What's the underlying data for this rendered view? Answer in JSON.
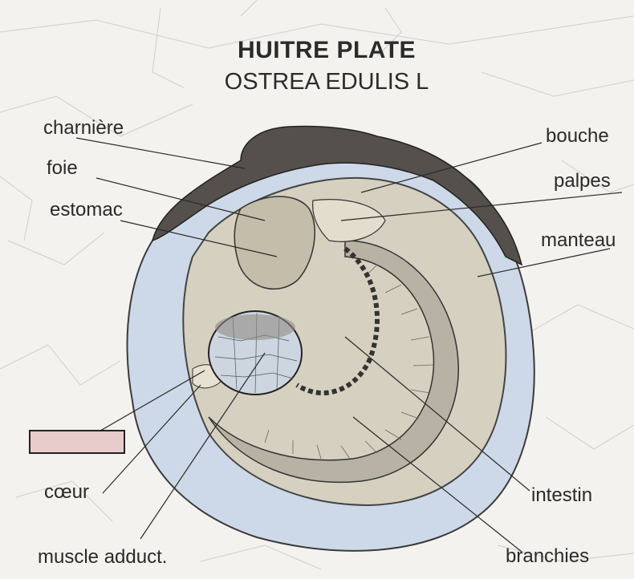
{
  "title": "HUITRE PLATE",
  "subtitle": "OSTREA EDULIS L",
  "labels": {
    "charniere": "charnière",
    "foie": "foie",
    "estomac": "estomac",
    "bouche": "bouche",
    "palpes": "palpes",
    "manteau": "manteau",
    "coeur": "cœur",
    "muscle": "muscle adduct.",
    "intestin": "intestin",
    "branchies": "branchies"
  },
  "colors": {
    "background": "#f3f2ee",
    "shell_outer": "#c9d6e6",
    "shell_dark": "#4a4744",
    "body": "#cdc8b8",
    "blank_box": "#e8cccc",
    "text": "#2a2a2a"
  }
}
